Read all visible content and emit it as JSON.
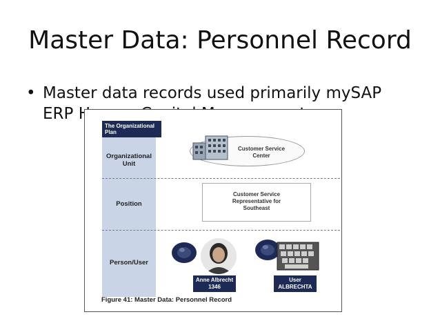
{
  "slide": {
    "title": "Master Data: Personnel Record",
    "bullet": {
      "symbol": "•",
      "line1": "Master data records used primarily mySAP",
      "line2": "ERP Human Capital Management."
    }
  },
  "figure": {
    "header_line1": "The Organizational",
    "header_line2": "Plan",
    "lanes": {
      "org_unit_line1": "Organizational",
      "org_unit_line2": "Unit",
      "position": "Position",
      "person_user": "Person/User"
    },
    "org_unit_node": {
      "line1": "Customer Service",
      "line2": "Center"
    },
    "position_node": {
      "line1": "Customer Service",
      "line2": "Representative for",
      "line3": "Southeast"
    },
    "person_box": {
      "line1": "Anne Albrecht",
      "line2": "1346"
    },
    "user_box": {
      "line1": "User",
      "line2": "ALBRECHTA"
    },
    "caption": "Figure 41: Master Data: Personnel Record"
  },
  "colors": {
    "header_bg": "#1d2a56",
    "lane_bg": "#c9d5e6",
    "blob": "#1d2a56"
  }
}
